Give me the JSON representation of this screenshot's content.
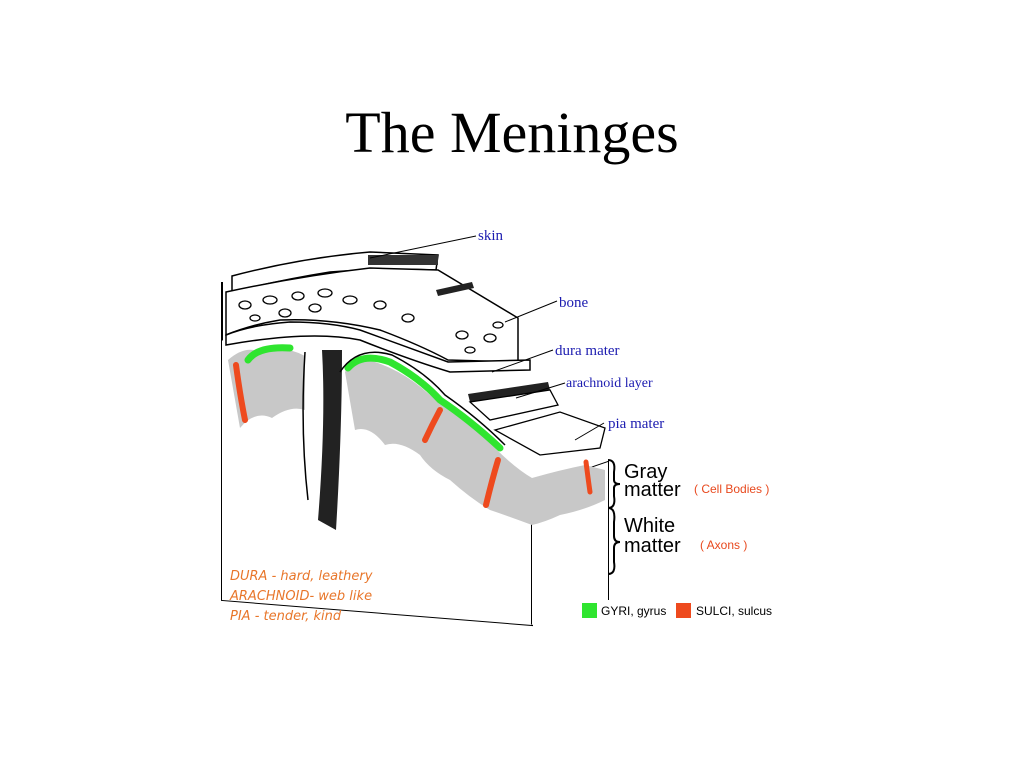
{
  "slide": {
    "title": "The Meninges"
  },
  "labels": {
    "skin": "skin",
    "bone": "bone",
    "dura_mater": "dura mater",
    "arachnoid_layer": "arachnoid layer",
    "pia_mater": "pia mater"
  },
  "matter": {
    "gray_line1": "Gray",
    "gray_line2": "matter",
    "gray_note": "( Cell Bodies )",
    "white_line1": "White",
    "white_line2": "matter",
    "white_note": "( Axons )"
  },
  "notes": {
    "dura": "DURA - hard, leathery",
    "arachnoid": "ARACHNOID- web like",
    "pia": "PIA - tender, kind"
  },
  "legend": {
    "gyri_label": "GYRI, gyrus",
    "sulci_label": "SULCI, sulcus",
    "gyri_color": "#2fe52f",
    "sulci_color": "#ee4a1e"
  }
}
